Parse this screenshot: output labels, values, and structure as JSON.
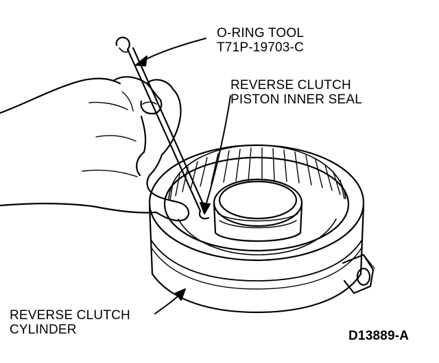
{
  "labels": {
    "oring_tool": {
      "line1": "O-RING TOOL",
      "line2": "T71P-19703-C"
    },
    "inner_seal": {
      "line1": "REVERSE CLUTCH",
      "line2": "PISTON INNER SEAL"
    },
    "cylinder": {
      "line1": "REVERSE CLUTCH",
      "line2": "CYLINDER"
    },
    "figure_code": "D13889-A"
  },
  "colors": {
    "ink": "#000000",
    "paper": "#ffffff"
  }
}
